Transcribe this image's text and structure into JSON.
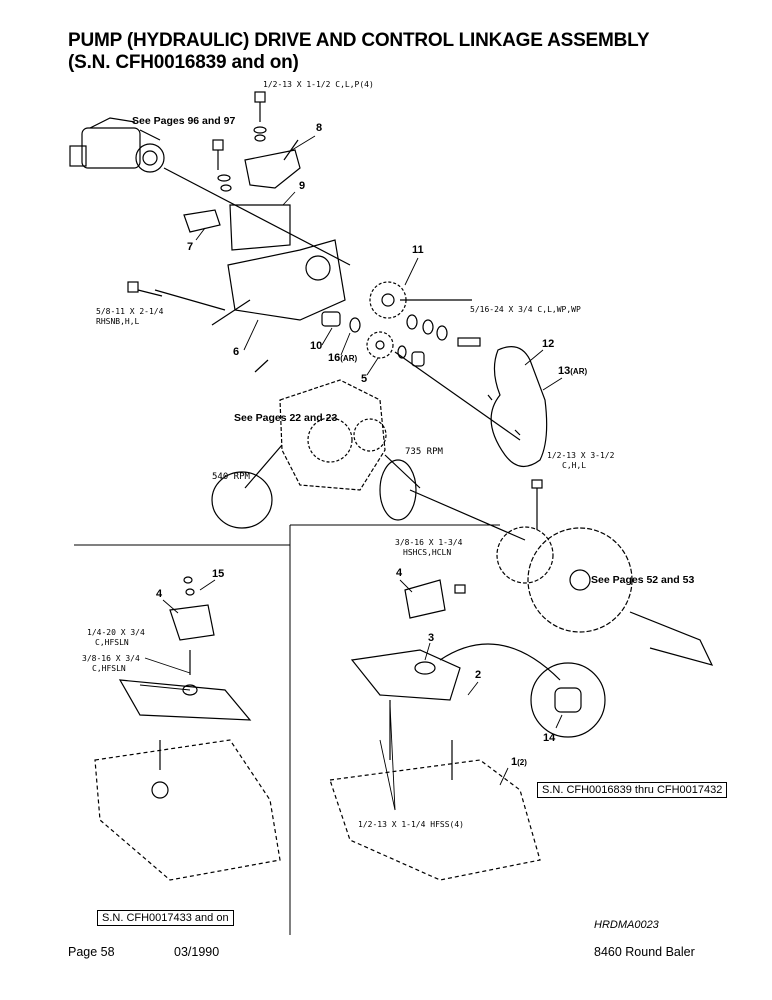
{
  "title": {
    "line1": "PUMP (HYDRAULIC) DRIVE AND CONTROL LINKAGE ASSEMBLY",
    "line2": "(S.N. CFH0016839 and on)"
  },
  "hardware": {
    "bolt_top": "1/2-13 X 1-1/2 C,L,P(4)",
    "bolt_left_1": "5/8-11 X 2-1/4",
    "bolt_left_2": "RHSNB,H,L",
    "bolt_right_1": "5/16-24 X 3/4 C,L,WP,WP",
    "bolt_pulley_1": "1/2-13 X 3-1/2",
    "bolt_pulley_2": "C,H,L",
    "bolt_center_1": "3/8-16 X 1-3/4",
    "bolt_center_2": "HSHCS,HCLN",
    "bolt_inset_a1": "1/4-20 X 3/4",
    "bolt_inset_a2": "C,HFSLN",
    "bolt_inset_b1": "3/8-16 X 3/4",
    "bolt_inset_b2": "C,HFSLN",
    "bolt_bottom": "1/2-13 X 1-1/4 HFSS(4)"
  },
  "callouts": {
    "c8": "8",
    "c9": "9",
    "c7": "7",
    "c11": "11",
    "c6": "6",
    "c10": "10",
    "c16": "16",
    "c16_sub": "(AR)",
    "c5": "5",
    "c12": "12",
    "c13": "13",
    "c13_sub": "(AR)",
    "c15": "15",
    "c4a": "4",
    "c4b": "4",
    "c3": "3",
    "c2": "2",
    "c14": "14",
    "c1": "1",
    "c1_sub": "(2)"
  },
  "references": {
    "pages_96_97": "See Pages 96 and 97",
    "pages_22_23": "See Pages 22 and 23",
    "pages_52_53": "See Pages 52 and 53"
  },
  "speeds": {
    "rpm_540": "540 RPM",
    "rpm_735": "735 RPM"
  },
  "serial_boxes": {
    "range_a": "S.N. CFH0016839 thru CFH0017432",
    "range_b": "S.N. CFH0017433  and on"
  },
  "drawing_code": "HRDMA0023",
  "footer": {
    "page": "Page 58",
    "date": "03/1990",
    "model": "8460 Round Baler"
  }
}
